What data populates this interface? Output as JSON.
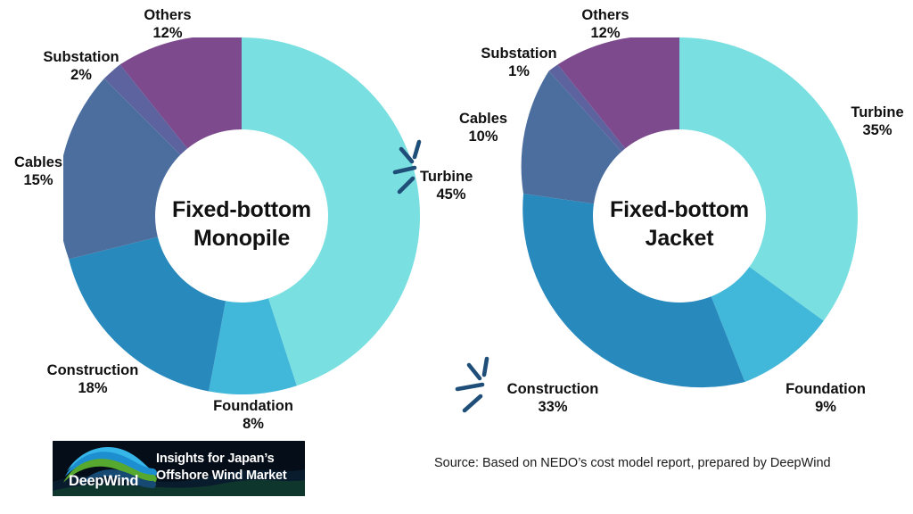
{
  "chart_data": [
    {
      "type": "pie",
      "title": "Fixed-bottom Monopile",
      "title_lines": [
        "Fixed-bottom",
        "Monopile"
      ],
      "categories": [
        "Turbine",
        "Foundation",
        "Construction",
        "Cables",
        "Substation",
        "Others"
      ],
      "values": [
        45,
        8,
        18,
        15,
        2,
        12
      ],
      "unit": "%",
      "colors": [
        "#7ADFE0",
        "#41B8D9",
        "#2889BD",
        "#4C6E9E",
        "#5C639E",
        "#7C4A8D"
      ],
      "labels": [
        {
          "name": "Turbine",
          "pct": "45%",
          "color": "#7ADFE0"
        },
        {
          "name": "Foundation",
          "pct": "8%",
          "color": "#41B8D9"
        },
        {
          "name": "Construction",
          "pct": "18%",
          "color": "#2889BD"
        },
        {
          "name": "Cables",
          "pct": "15%",
          "color": "#4C6E9E"
        },
        {
          "name": "Substation",
          "pct": "2%",
          "color": "#5C639E"
        },
        {
          "name": "Others",
          "pct": "12%",
          "color": "#7C4A8D"
        }
      ],
      "donut": true,
      "legend": "labels-outside",
      "highlight": "Turbine"
    },
    {
      "type": "pie",
      "title": "Fixed-bottom Jacket",
      "title_lines": [
        "Fixed-bottom",
        "Jacket"
      ],
      "categories": [
        "Turbine",
        "Foundation",
        "Construction",
        "Cables",
        "Substation",
        "Others"
      ],
      "values": [
        35,
        9,
        33,
        10,
        1,
        12
      ],
      "unit": "%",
      "colors": [
        "#7ADFE0",
        "#41B8D9",
        "#2889BD",
        "#4C6E9E",
        "#5C639E",
        "#7C4A8D"
      ],
      "labels": [
        {
          "name": "Turbine",
          "pct": "35%",
          "color": "#7ADFE0"
        },
        {
          "name": "Foundation",
          "pct": "9%",
          "color": "#41B8D9"
        },
        {
          "name": "Construction",
          "pct": "33%",
          "color": "#2889BD"
        },
        {
          "name": "Cables",
          "pct": "10%",
          "color": "#4C6E9E"
        },
        {
          "name": "Substation",
          "pct": "1%",
          "color": "#5C639E"
        },
        {
          "name": "Others",
          "pct": "12%",
          "color": "#7C4A8D"
        }
      ],
      "donut": true,
      "legend": "labels-outside",
      "highlight": "Construction"
    }
  ],
  "left_chart": {
    "title_line1": "Fixed-bottom",
    "title_line2": "Monopile",
    "labels": {
      "turbine_name": "Turbine",
      "turbine_pct": "45%",
      "foundation_name": "Foundation",
      "foundation_pct": "8%",
      "construction_name": "Construction",
      "construction_pct": "18%",
      "cables_name": "Cables",
      "cables_pct": "15%",
      "substation_name": "Substation",
      "substation_pct": "2%",
      "others_name": "Others",
      "others_pct": "12%"
    }
  },
  "right_chart": {
    "title_line1": "Fixed-bottom",
    "title_line2": "Jacket",
    "labels": {
      "turbine_name": "Turbine",
      "turbine_pct": "35%",
      "foundation_name": "Foundation",
      "foundation_pct": "9%",
      "construction_name": "Construction",
      "construction_pct": "33%",
      "cables_name": "Cables",
      "cables_pct": "10%",
      "substation_name": "Substation",
      "substation_pct": "1%",
      "others_name": "Others",
      "others_pct": "12%"
    }
  },
  "logo": {
    "name": "DeepWind",
    "tagline_line1": "Insights for Japan’s",
    "tagline_line2": "Offshore Wind Market",
    "background": "#050d18"
  },
  "footer": {
    "source": "Source: Based on NEDO’s cost model report, prepared by DeepWind"
  },
  "palette": {
    "turbine": "#7ADFE0",
    "foundation": "#41B8D9",
    "construction": "#2889BD",
    "cables": "#4C6E9E",
    "substation": "#5C639E",
    "others": "#7C4A8D",
    "sparkle": "#1F4E79",
    "text": "#111111",
    "background": "#ffffff"
  }
}
